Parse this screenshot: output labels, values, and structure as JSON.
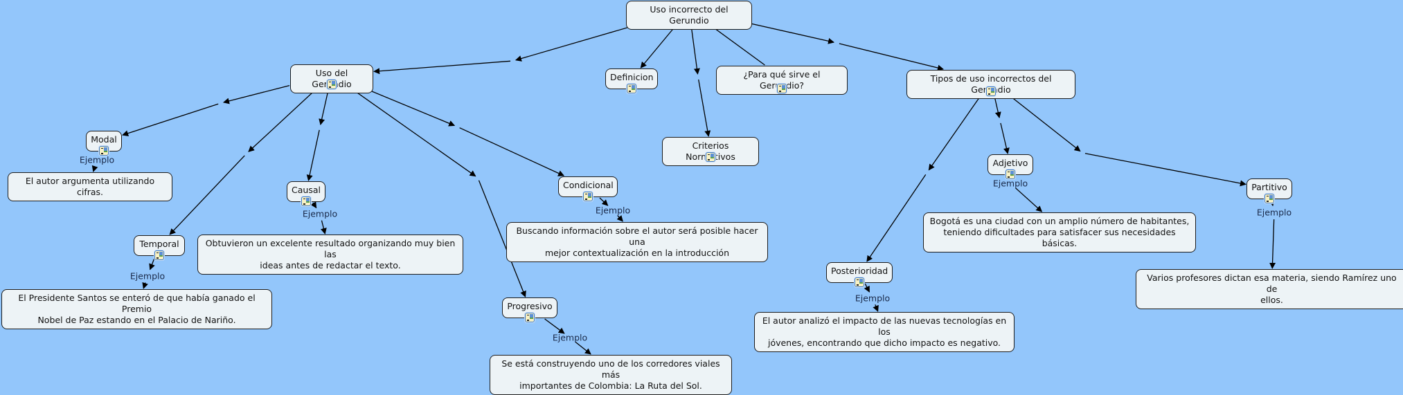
{
  "map": {
    "background": "#93c6fb",
    "node_fill": "#edf3f6",
    "nodes": [
      {
        "id": "root",
        "label": "Uso incorrecto del Gerundio",
        "annotated": false
      },
      {
        "id": "uso",
        "label": "Uso del Gerundio",
        "annotated": true
      },
      {
        "id": "definicion",
        "label": "Definicion",
        "annotated": true
      },
      {
        "id": "para_que",
        "label": "¿Para qué sirve el Gerundio?",
        "annotated": true
      },
      {
        "id": "criterios",
        "label": "Criterios Normativos",
        "annotated": true
      },
      {
        "id": "tipos",
        "label": "Tipos de uso incorrectos del Gerundio",
        "annotated": true
      },
      {
        "id": "modal",
        "label": "Modal",
        "annotated": true
      },
      {
        "id": "ej_modal",
        "label": "El autor argumenta utilizando cifras.",
        "annotated": false
      },
      {
        "id": "temporal",
        "label": "Temporal",
        "annotated": true
      },
      {
        "id": "ej_temporal",
        "label": "El Presidente Santos se enteró de que había ganado el Premio\nNobel de Paz estando en el Palacio de Nariño.",
        "annotated": false
      },
      {
        "id": "causal",
        "label": "Causal",
        "annotated": true
      },
      {
        "id": "ej_causal",
        "label": "Obtuvieron un excelente resultado organizando muy bien las\nideas antes de redactar el texto.",
        "annotated": false
      },
      {
        "id": "condicional",
        "label": "Condicional",
        "annotated": true
      },
      {
        "id": "ej_condicional",
        "label": "Buscando información sobre el autor será posible hacer una\nmejor contextualización en la introducción",
        "annotated": false
      },
      {
        "id": "progresivo",
        "label": "Progresivo",
        "annotated": true
      },
      {
        "id": "ej_progresivo",
        "label": "Se está construyendo uno de los corredores viales más\nimportantes de Colombia: La Ruta del Sol.",
        "annotated": false
      },
      {
        "id": "posterioridad",
        "label": "Posterioridad",
        "annotated": true
      },
      {
        "id": "ej_posterioridad",
        "label": "El autor analizó el impacto de las nuevas tecnologías en los\njóvenes, encontrando que dicho impacto es negativo.",
        "annotated": false
      },
      {
        "id": "adjetivo",
        "label": "Adjetivo",
        "annotated": true
      },
      {
        "id": "ej_adjetivo",
        "label": "Bogotá es una ciudad con un amplio número de habitantes,\nteniendo dificultades para satisfacer sus necesidades básicas.",
        "annotated": false
      },
      {
        "id": "partitivo",
        "label": "Partitivo",
        "annotated": true
      },
      {
        "id": "ej_partitivo",
        "label": "Varios profesores dictan esa materia, siendo Ramírez uno de\nellos.",
        "annotated": false
      }
    ],
    "links": [
      {
        "from": "root",
        "to": "uso",
        "label": ""
      },
      {
        "from": "root",
        "to": "definicion",
        "label": null
      },
      {
        "from": "root",
        "to": "criterios",
        "label": ""
      },
      {
        "from": "root",
        "to": "para_que",
        "label": null
      },
      {
        "from": "root",
        "to": "tipos",
        "label": ""
      },
      {
        "from": "uso",
        "to": "modal",
        "label": ""
      },
      {
        "from": "uso",
        "to": "temporal",
        "label": ""
      },
      {
        "from": "uso",
        "to": "causal",
        "label": ""
      },
      {
        "from": "uso",
        "to": "progresivo",
        "label": ""
      },
      {
        "from": "uso",
        "to": "condicional",
        "label": ""
      },
      {
        "from": "modal",
        "to": "ej_modal",
        "label": "Ejemplo"
      },
      {
        "from": "temporal",
        "to": "ej_temporal",
        "label": "Ejemplo"
      },
      {
        "from": "causal",
        "to": "ej_causal",
        "label": "Ejemplo"
      },
      {
        "from": "condicional",
        "to": "ej_condicional",
        "label": "Ejemplo"
      },
      {
        "from": "progresivo",
        "to": "ej_progresivo",
        "label": "Ejemplo"
      },
      {
        "from": "tipos",
        "to": "posterioridad",
        "label": ""
      },
      {
        "from": "tipos",
        "to": "adjetivo",
        "label": ""
      },
      {
        "from": "tipos",
        "to": "partitivo",
        "label": ""
      },
      {
        "from": "posterioridad",
        "to": "ej_posterioridad",
        "label": "Ejemplo"
      },
      {
        "from": "adjetivo",
        "to": "ej_adjetivo",
        "label": "Ejemplo"
      },
      {
        "from": "partitivo",
        "to": "ej_partitivo",
        "label": "Ejemplo"
      }
    ]
  }
}
